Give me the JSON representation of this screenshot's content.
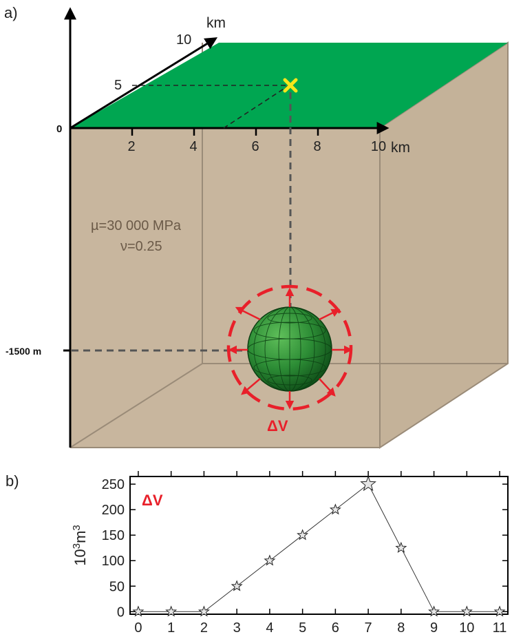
{
  "panel_a": {
    "label": "a)",
    "km_label_top": "km",
    "km_label_right": "km",
    "y_tick_10": "10",
    "y_tick_5": "5",
    "origin_label": "0",
    "x_ticks": [
      "2",
      "4",
      "6",
      "8",
      "10"
    ],
    "depth_label": "-1500 m",
    "mu_text": "µ=30 000 MPa",
    "nu_text": "ν=0.25",
    "dv_label": "ΔV",
    "colors": {
      "surface": "#00a651",
      "block": "#c8b69e",
      "block_dark": "#b9a78e",
      "source": "#1f7a2a",
      "arrows": "#e8202a",
      "marker": "#f5e61a"
    },
    "icons": {
      "source": "sphere-icon",
      "epicenter": "x-marker-icon"
    }
  },
  "panel_b": {
    "label": "b)",
    "ylabel": "10³m³",
    "legend": "ΔV",
    "chart_data": {
      "type": "line",
      "marker": "star",
      "x": [
        0,
        1,
        2,
        3,
        4,
        5,
        6,
        7,
        8,
        9,
        10,
        11
      ],
      "xticks": [
        "0",
        "1",
        "2",
        "3",
        "4",
        "5",
        "6",
        "7",
        "8",
        "9",
        "10",
        "11"
      ],
      "values": [
        0,
        0,
        0,
        50,
        100,
        150,
        200,
        250,
        125,
        0,
        0,
        0
      ],
      "yticks": [
        "0",
        "50",
        "100",
        "150",
        "200",
        "250"
      ],
      "xlim": [
        -0.25,
        11.25
      ],
      "ylim": [
        -5,
        265
      ],
      "xlabel": "",
      "ylabel": "10³m³",
      "legend_text": "ΔV",
      "legend_color": "#e8202a"
    }
  }
}
